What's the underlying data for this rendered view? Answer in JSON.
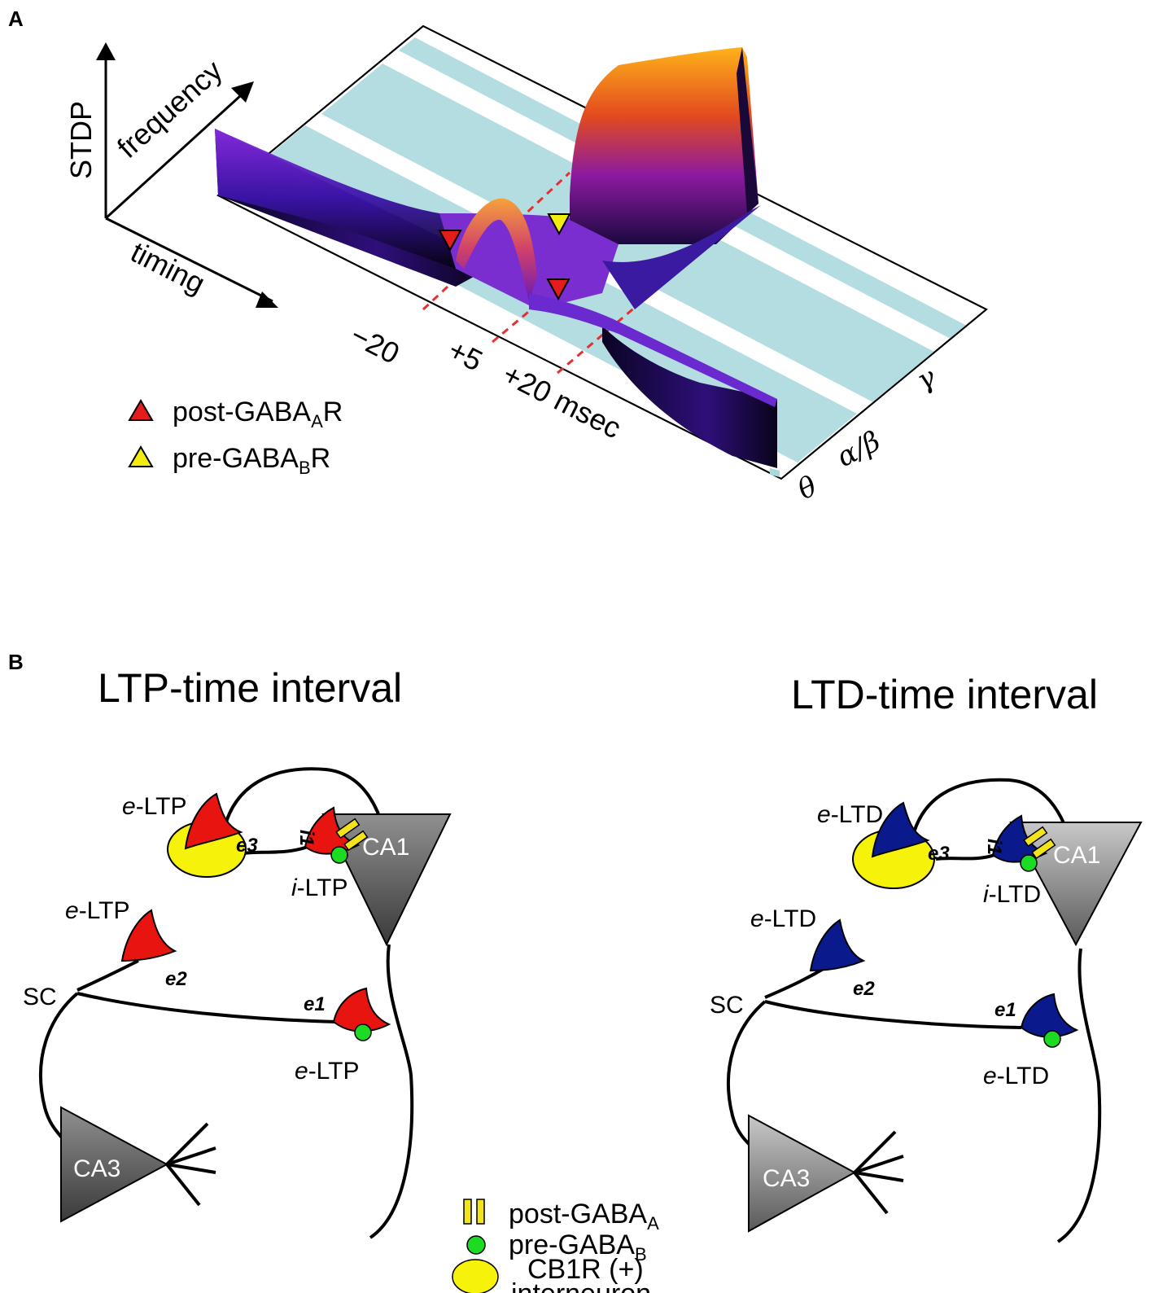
{
  "panel_a": {
    "label": "A",
    "axes": {
      "stdp": "STDP",
      "frequency": "frequency",
      "timing": "timing"
    },
    "ticks": {
      "t1": "−20",
      "t2": "+5",
      "t3": "+20 msec"
    },
    "bands": {
      "theta": "θ",
      "alpha_beta": "α/β",
      "gamma": "γ"
    },
    "legend": {
      "post_main": "post-GABA",
      "post_sub": "A",
      "post_tail": "R",
      "pre_main": "pre-GABA",
      "pre_sub": "B",
      "pre_tail": "R"
    },
    "colors": {
      "band": "#b4dde2",
      "post_marker": "#e51c1c",
      "pre_marker": "#f3ec10",
      "dash": "#e53030"
    }
  },
  "panel_b": {
    "label": "B",
    "ltp": {
      "title": "LTP-time interval",
      "e_ltp_top_i": "e",
      "e_ltp_top_t": "-LTP",
      "e_ltp_left_i": "e",
      "e_ltp_left_t": "-LTP",
      "i_ltp_i": "i",
      "i_ltp_t": "-LTP",
      "e_ltp_bottom_i": "e",
      "e_ltp_bottom_t": "-LTP",
      "e1": "e1",
      "e2": "e2",
      "e3": "e3",
      "i1": "i1",
      "sc": "SC",
      "ca1": "CA1",
      "ca3": "CA3"
    },
    "ltd": {
      "title": "LTD-time interval",
      "e_ltd_top_i": "e",
      "e_ltd_top_t": "-LTD",
      "e_ltd_left_i": "e",
      "e_ltd_left_t": "-LTD",
      "i_ltd_i": "i",
      "i_ltd_t": "-LTD",
      "e_ltd_bottom_i": "e",
      "e_ltd_bottom_t": "-LTD",
      "e1": "e1",
      "e2": "e2",
      "e3": "e3",
      "i1": "i1",
      "sc": "SC",
      "ca1": "CA1",
      "ca3": "CA3"
    },
    "legend": {
      "post_main": "post-GABA",
      "post_sub": "A",
      "pre_main": "pre-GABA",
      "pre_sub": "B",
      "cb1_line1": "CB1R (+)",
      "cb1_line2": "interneuron"
    },
    "colors": {
      "ltp_synapse": "#e8140f",
      "ltd_synapse": "#0a1a8c",
      "interneuron": "#f7f20a",
      "receptor_a": "#f3e41a",
      "receptor_b": "#1bdb23"
    }
  }
}
